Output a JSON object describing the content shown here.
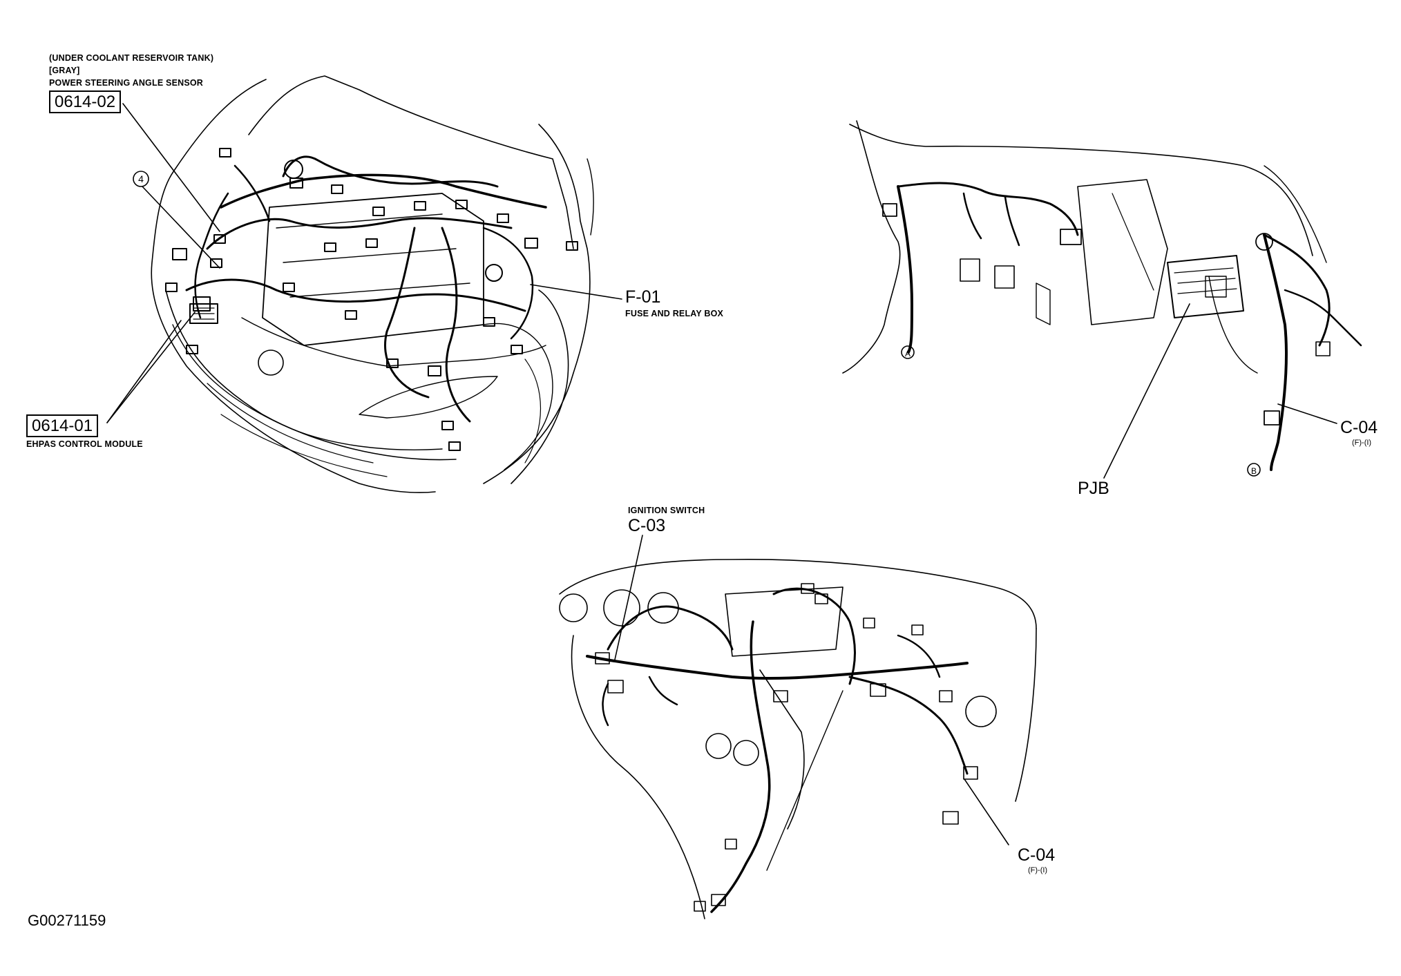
{
  "figure_id": "G00271159",
  "engine_view": {
    "callout_top": {
      "line1": "(UNDER COOLANT RESERVOIR TANK)",
      "line2": "[GRAY]",
      "line3": "POWER STEERING ANGLE SENSOR",
      "code": "0614-02"
    },
    "callout_bottom": {
      "code": "0614-01",
      "caption": "EHPAS CONTROL MODULE"
    },
    "circle_marker": "4",
    "fuse_box": {
      "code": "F-01",
      "caption": "FUSE AND RELAY BOX"
    }
  },
  "cabin_view": {
    "marker_a": "A",
    "marker_b": "B",
    "pjb": "PJB",
    "connector": {
      "code": "C-04",
      "sub": "(F)-(I)"
    }
  },
  "dash_view": {
    "ignition": {
      "caption": "IGNITION SWITCH",
      "code": "C-03"
    },
    "connector": {
      "code": "C-04",
      "sub": "(F)-(I)"
    }
  }
}
